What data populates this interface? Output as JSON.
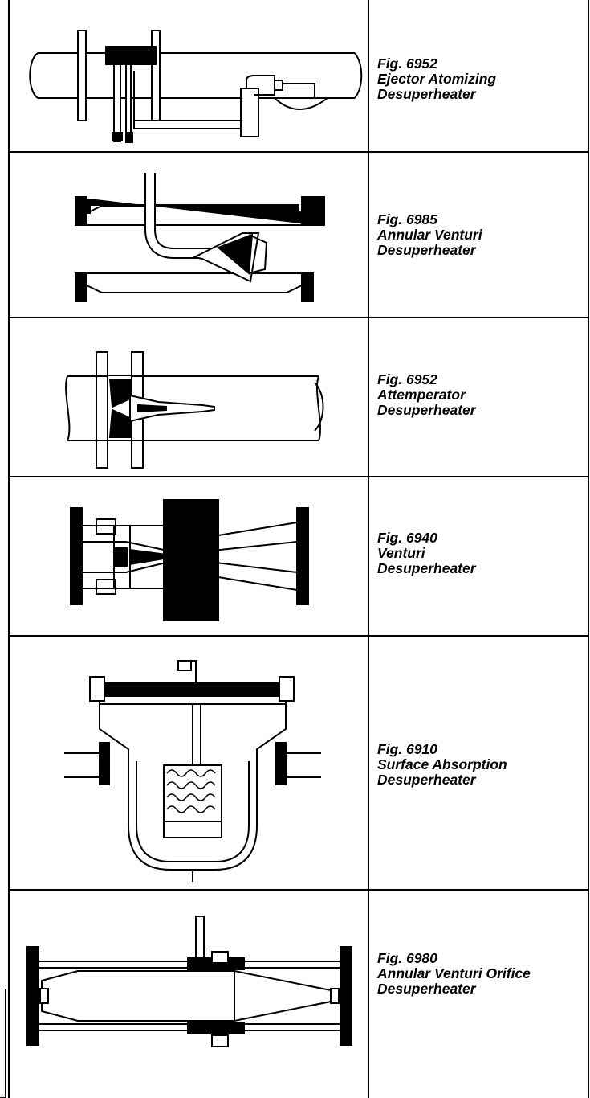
{
  "rows": [
    {
      "figure": "Fig. 6952",
      "title_lines": [
        "Ejector Atomizing",
        "Desuperheater"
      ]
    },
    {
      "figure": "Fig. 6985",
      "title_lines": [
        "Annular Venturi",
        "Desuperheater"
      ]
    },
    {
      "figure": "Fig. 6952",
      "title_lines": [
        "Attemperator",
        "Desuperheater"
      ]
    },
    {
      "figure": "Fig. 6940",
      "title_lines": [
        "Venturi",
        "Desuperheater"
      ]
    },
    {
      "figure": "Fig. 6910",
      "title_lines": [
        "Surface Absorption",
        "Desuperheater"
      ]
    },
    {
      "figure": "Fig. 6980",
      "title_lines": [
        "Annular Venturi Orifice",
        "Desuperheater"
      ]
    }
  ]
}
